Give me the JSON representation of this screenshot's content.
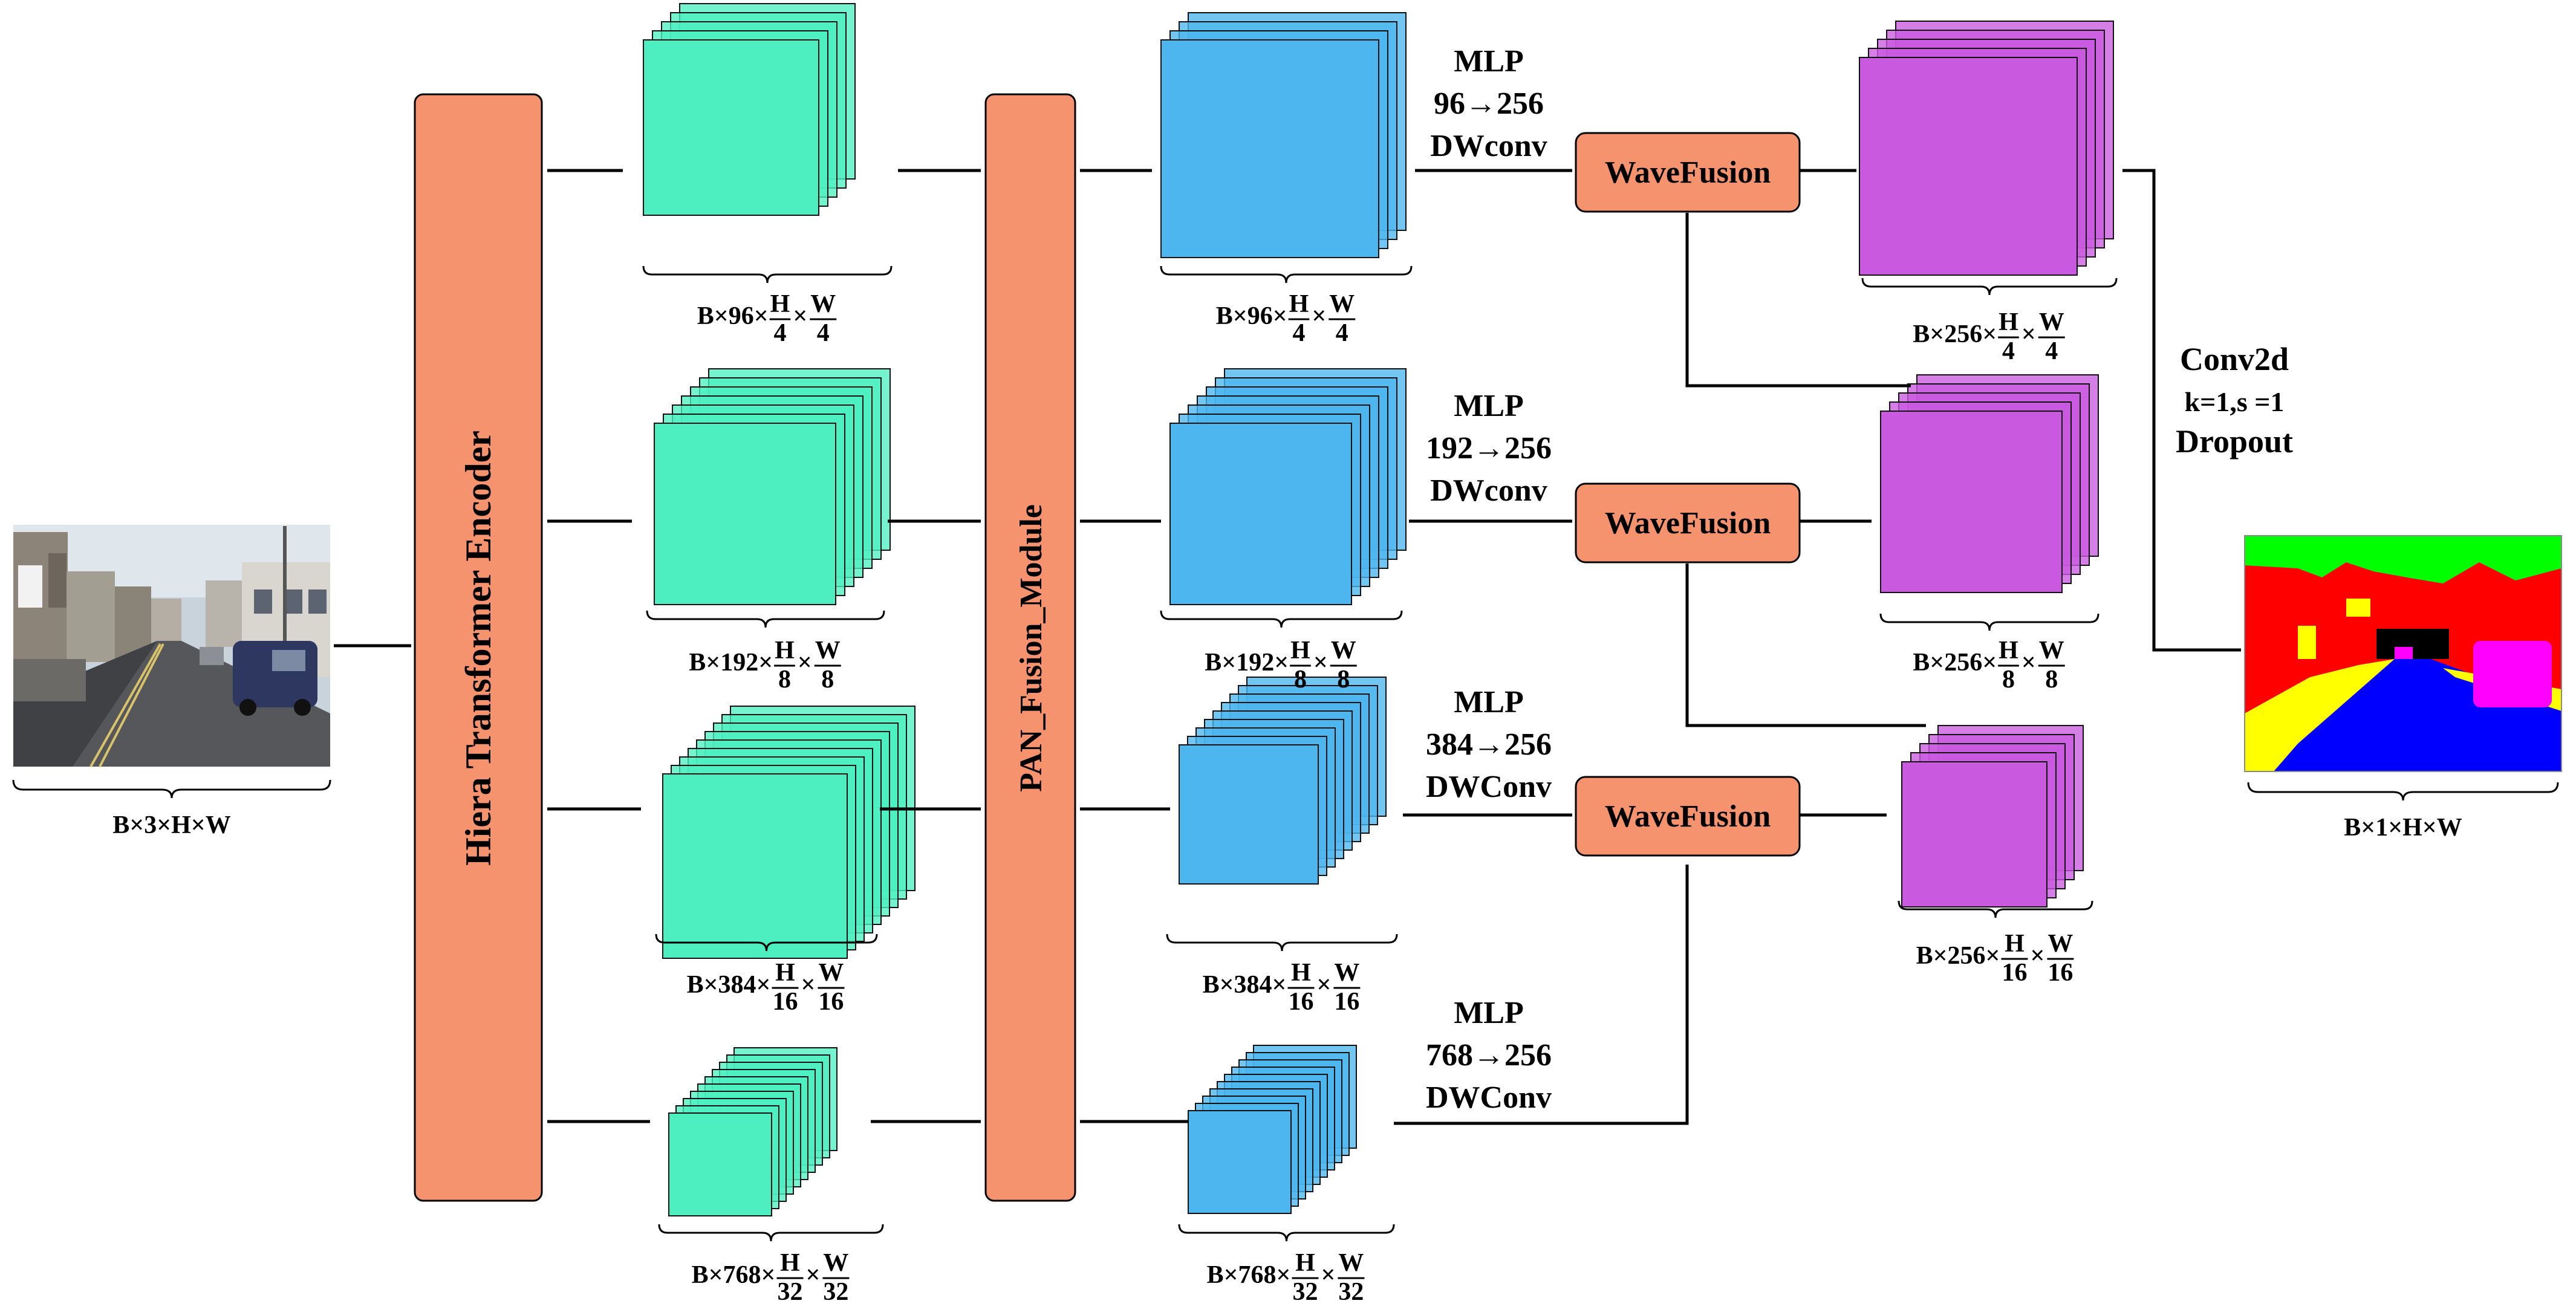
{
  "encoder": {
    "label": "Hiera Transformer Encoder"
  },
  "fusion_module": {
    "label": "PAN_Fusion_Module"
  },
  "input": {
    "label_text": "B×3×H×W"
  },
  "output": {
    "label_text": "B×1×H×W"
  },
  "conv": {
    "line1": "Conv2d",
    "line2": "k=1,s =1",
    "line3": "Dropout"
  },
  "stages": [
    {
      "feat_prefix": "B×96×",
      "feat_den_h": "4",
      "feat_den_w": "4",
      "mlp_line1": "MLP",
      "mlp_line2": "96→256",
      "mlp_line3": "DWconv",
      "fused_den_h": "4",
      "fused_den_w": "4"
    },
    {
      "feat_prefix": "B×192×",
      "feat_den_h": "8",
      "feat_den_w": "8",
      "mlp_line1": "MLP",
      "mlp_line2": "192→256",
      "mlp_line3": "DWconv",
      "fused_den_h": "8",
      "fused_den_w": "8"
    },
    {
      "feat_prefix": "B×384×",
      "feat_den_h": "16",
      "feat_den_w": "16",
      "mlp_line1": "MLP",
      "mlp_line2": "384→256",
      "mlp_line3": "DWConv",
      "fused_den_h": "16",
      "fused_den_w": "16"
    },
    {
      "feat_prefix": "B×768×",
      "feat_den_h": "32",
      "feat_den_w": "32",
      "mlp_line1": "MLP",
      "mlp_line2": "768→256",
      "mlp_line3": "DWConv"
    }
  ],
  "fused_prefix": "B×256×",
  "frac_num_h": "H",
  "frac_num_w": "W",
  "wavefusion_label": "WaveFusion",
  "colors": {
    "block": "#F4936E",
    "encoder_feature": "#4DEFC0",
    "pan_feature": "#4DB6EE",
    "fused_feature": "#C95ADF"
  }
}
